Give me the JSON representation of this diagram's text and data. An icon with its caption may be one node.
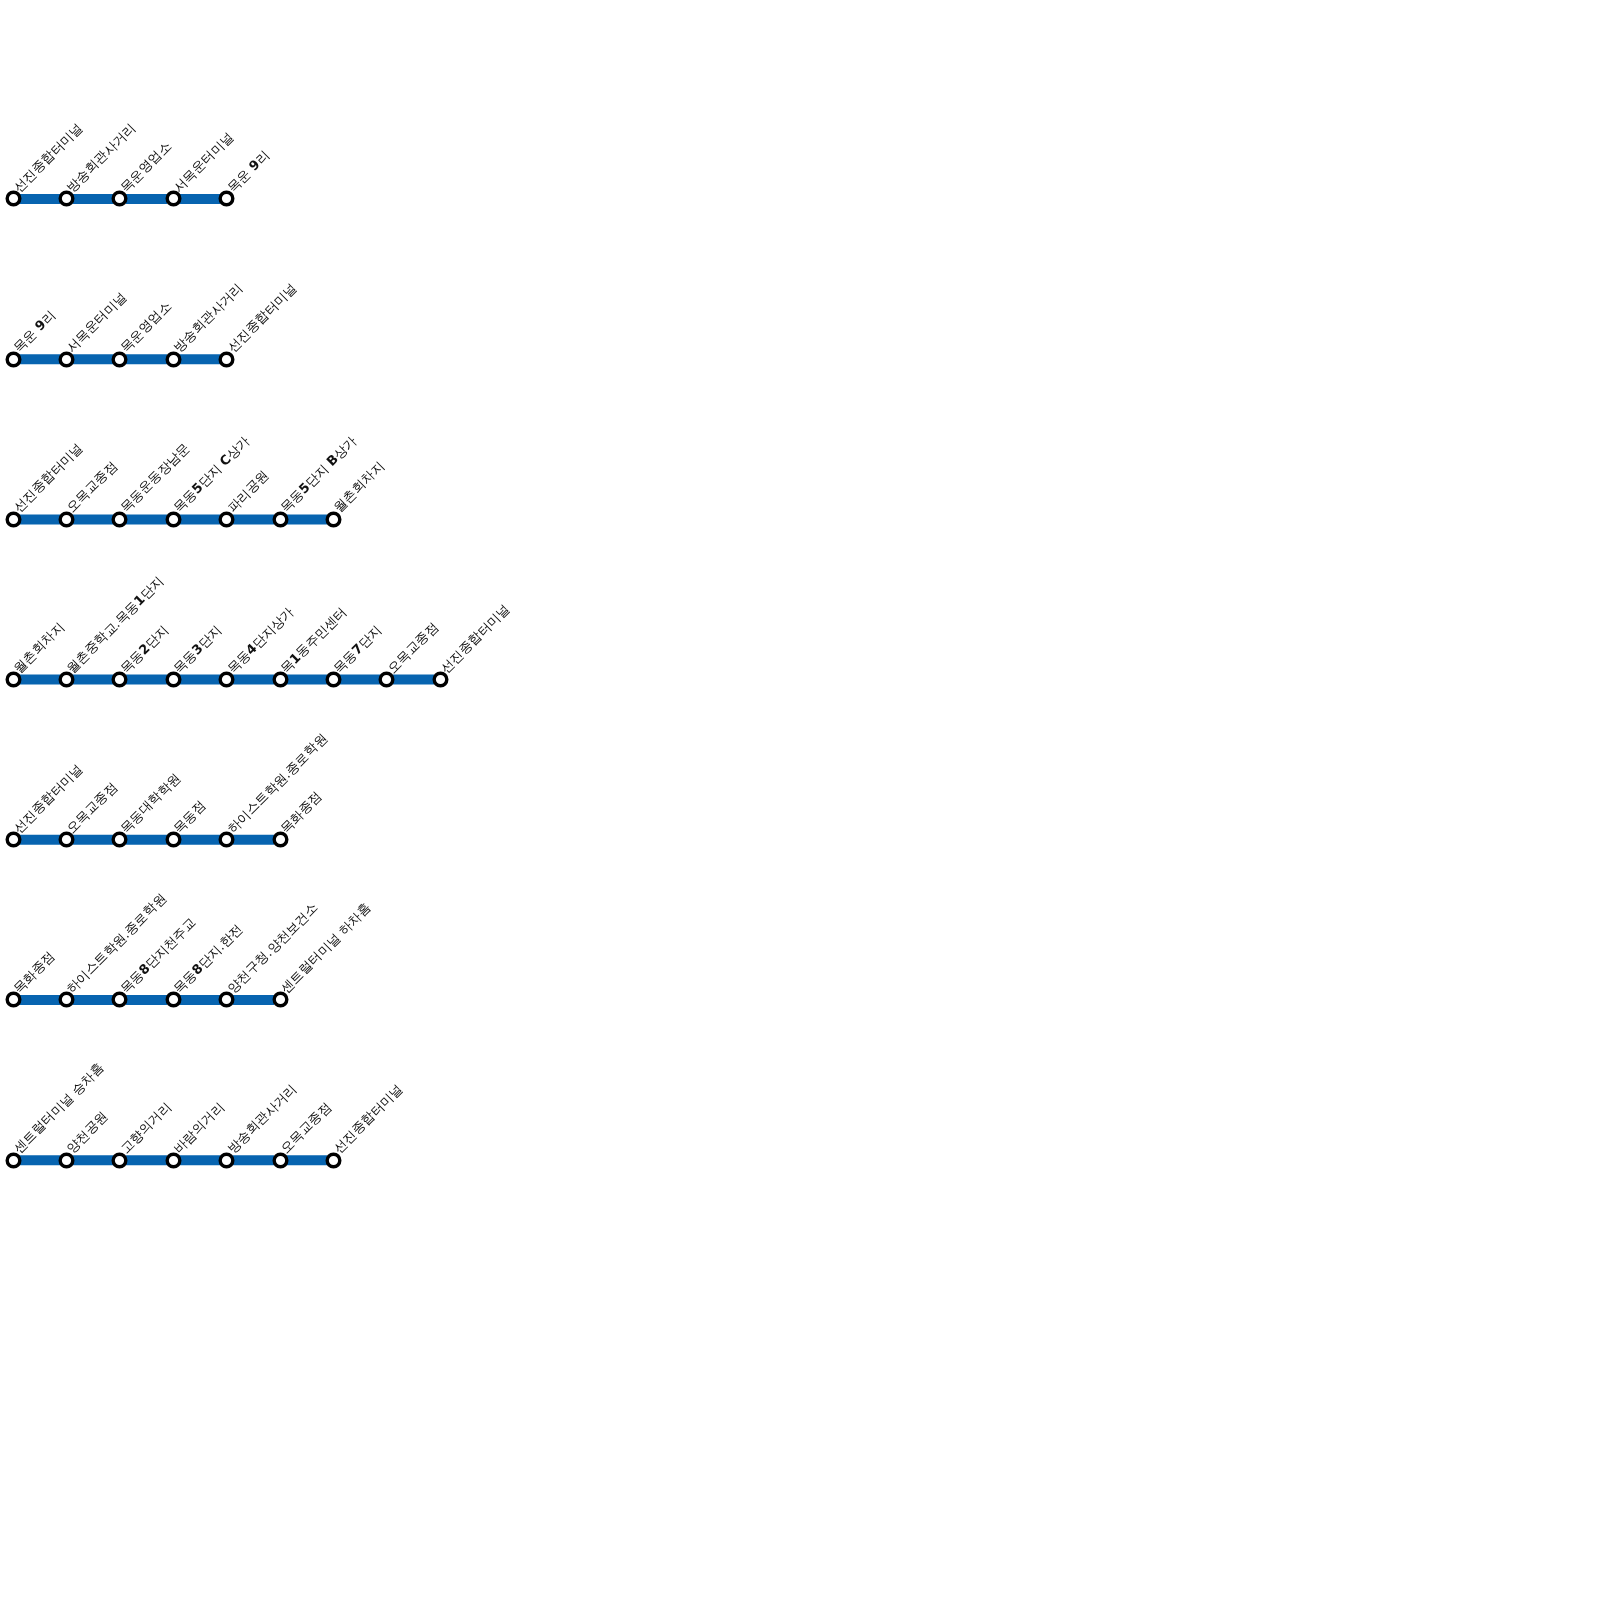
{
  "diagram": {
    "nodes": [
      {
        "text": [
          "선진종합터미널"
        ]
      },
      {
        "text": [
          "방송회관사거리"
        ]
      },
      {
        "text": [
          "목운영업소"
        ]
      },
      {
        "text": [
          "서목운터미널"
        ]
      },
      {
        "text": [
          "목운 **9**리"
        ]
      },
      {
        "text": [
          "목운 **9**리"
        ]
      },
      {
        "text": [
          "서목운터미널"
        ]
      },
      {
        "text": [
          "목운영업소"
        ]
      },
      {
        "text": [
          "방송회관사거리"
        ]
      },
      {
        "text": [
          "선진종합터미널"
        ]
      },
      {
        "text": [
          "선진종합터미널"
        ]
      },
      {
        "text": [
          "오목교종점"
        ]
      },
      {
        "text": [
          "목동운동장남문"
        ]
      },
      {
        "text": [
          "목동**5**단지 **C**상가"
        ]
      },
      {
        "text": [
          "파리공원"
        ]
      },
      {
        "text": [
          "목동**5**단지 **B**상가"
        ]
      },
      {
        "text": [
          "월촌회차지"
        ]
      },
      {
        "text": [
          "월촌회차지"
        ]
      },
      {
        "text": [
          "월촌중학교.목동**1**단지"
        ]
      },
      {
        "text": [
          "목동**2**단지"
        ]
      },
      {
        "text": [
          "목동**3**단지"
        ]
      },
      {
        "text": [
          "목동**4**단지상가"
        ]
      },
      {
        "text": [
          "목**1**동주민센터"
        ]
      },
      {
        "text": [
          "목동**7**단지"
        ]
      },
      {
        "text": [
          "오목교종점"
        ]
      },
      {
        "text": [
          "선진종합터미널"
        ]
      },
      {
        "text": [
          "선진종합터미널"
        ]
      },
      {
        "text": [
          "오목교종점"
        ]
      },
      {
        "text": [
          "목동대학학원"
        ]
      },
      {
        "text": [
          "목동점"
        ]
      },
      {
        "text": [
          "하이스트학원.종로학원"
        ]
      },
      {
        "text": [
          "목화종점"
        ]
      },
      {
        "text": [
          "목화종점"
        ]
      },
      {
        "text": [
          "하이스트학원.종로학원"
        ]
      },
      {
        "text": [
          "목동**8**단지천주교"
        ]
      },
      {
        "text": [
          "목동**8**단지.한전"
        ]
      },
      {
        "text": [
          "양천구청.양천보건소"
        ]
      },
      {
        "text": [
          "센트럴터미널 하차홈"
        ]
      },
      {
        "text": [
          "센트럴터미널 승차홈"
        ]
      },
      {
        "text": [
          "양천공원"
        ]
      },
      {
        "text": [
          "고향의거리"
        ]
      },
      {
        "text": [
          "바람의거리"
        ]
      },
      {
        "text": [
          "방송회관사거리"
        ]
      },
      {
        "text": [
          "오목교종점"
        ]
      },
      {
        "text": [
          "선진종합터미널"
        ]
      }
    ],
    "edges": [
      {
        "from": 0,
        "to": 1,
        "arrow": "none"
      },
      {
        "from": 1,
        "to": 2,
        "arrow": "none"
      },
      {
        "from": 2,
        "to": 3,
        "arrow": "none"
      },
      {
        "from": 3,
        "to": 4,
        "arrow": "none"
      },
      {
        "from": 5,
        "to": 6,
        "arrow": "none"
      },
      {
        "from": 6,
        "to": 7,
        "arrow": "none"
      },
      {
        "from": 7,
        "to": 8,
        "arrow": "none"
      },
      {
        "from": 8,
        "to": 9,
        "arrow": "none"
      },
      {
        "from": 10,
        "to": 11,
        "arrow": "none"
      },
      {
        "from": 11,
        "to": 12,
        "arrow": "none"
      },
      {
        "from": 12,
        "to": 13,
        "arrow": "none"
      },
      {
        "from": 13,
        "to": 14,
        "arrow": "none"
      },
      {
        "from": 14,
        "to": 15,
        "arrow": "none"
      },
      {
        "from": 15,
        "to": 16,
        "arrow": "none"
      },
      {
        "from": 17,
        "to": 18,
        "arrow": "none"
      },
      {
        "from": 18,
        "to": 19,
        "arrow": "none"
      },
      {
        "from": 19,
        "to": 20,
        "arrow": "none"
      },
      {
        "from": 20,
        "to": 21,
        "arrow": "none"
      },
      {
        "from": 21,
        "to": 22,
        "arrow": "none"
      },
      {
        "from": 22,
        "to": 23,
        "arrow": "none"
      },
      {
        "from": 23,
        "to": 24,
        "arrow": "none"
      },
      {
        "from": 24,
        "to": 25,
        "arrow": "none"
      },
      {
        "from": 26,
        "to": 27,
        "arrow": "none"
      },
      {
        "from": 27,
        "to": 28,
        "arrow": "none"
      },
      {
        "from": 28,
        "to": 29,
        "arrow": "none"
      },
      {
        "from": 29,
        "to": 30,
        "arrow": "none"
      },
      {
        "from": 30,
        "to": 31,
        "arrow": "none"
      },
      {
        "from": 32,
        "to": 33,
        "arrow": "none"
      },
      {
        "from": 33,
        "to": 34,
        "arrow": "none"
      },
      {
        "from": 34,
        "to": 35,
        "arrow": "none"
      },
      {
        "from": 35,
        "to": 36,
        "arrow": "none"
      },
      {
        "from": 36,
        "to": 37,
        "arrow": "none"
      },
      {
        "from": 38,
        "to": 39,
        "arrow": "none"
      },
      {
        "from": 39,
        "to": 40,
        "arrow": "none"
      },
      {
        "from": 40,
        "to": 41,
        "arrow": "none"
      },
      {
        "from": 41,
        "to": 42,
        "arrow": "none"
      },
      {
        "from": 42,
        "to": 43,
        "arrow": "none"
      },
      {
        "from": 43,
        "to": 44,
        "arrow": "none"
      }
    ]
  }
}
